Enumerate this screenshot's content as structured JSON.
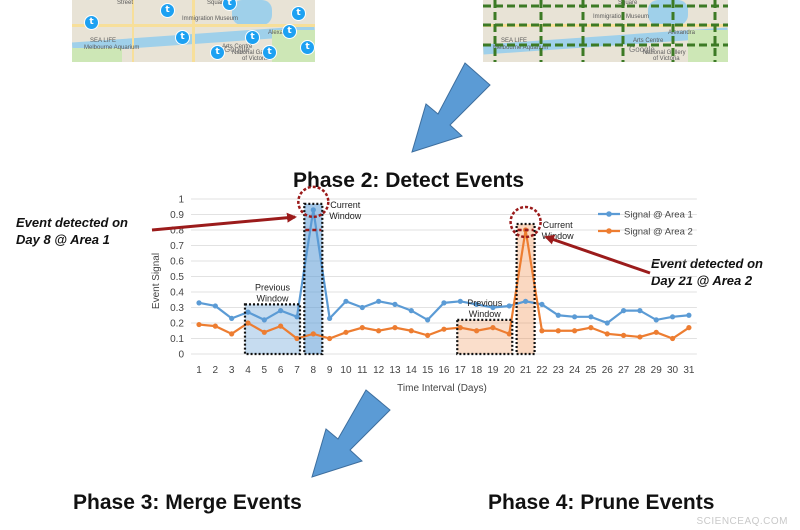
{
  "maps": {
    "top_left": {
      "labels": [
        "Square",
        "Immigration Museum",
        "SEA LIFE",
        "Melbourne Aquarium",
        "Alexandra",
        "Arts Centre",
        "Melbourne",
        "National Gallery",
        "of Victoria",
        "Street"
      ],
      "icon": "twitter-bird-icon",
      "icon_glyph": "t",
      "brand": "Google"
    },
    "top_right": {
      "labels": [
        "Immigration Museum",
        "SEA LIFE",
        "Melbourne Aquarium",
        "Alexandra",
        "Arts Centre",
        "National Gallery",
        "of Victoria",
        "Square"
      ],
      "brand": "Google"
    }
  },
  "phase2": {
    "title": "Phase 2: Detect Events"
  },
  "phase3": {
    "title": "Phase 3: Merge Events"
  },
  "phase4": {
    "title": "Phase 4: Prune Events"
  },
  "annotations": {
    "left_line1": "Event detected on",
    "left_line2": "Day 8 @ Area 1",
    "right_line1": "Event detected on",
    "right_line2": "Day 21 @ Area 2"
  },
  "chart_data": {
    "type": "line",
    "xlabel": "Time Interval (Days)",
    "ylabel": "Event Signal",
    "x": [
      1,
      2,
      3,
      4,
      5,
      6,
      7,
      8,
      9,
      10,
      11,
      12,
      13,
      14,
      15,
      16,
      17,
      18,
      19,
      20,
      21,
      22,
      23,
      24,
      25,
      26,
      27,
      28,
      29,
      30,
      31
    ],
    "yticks": [
      "0",
      "0.1",
      "0.2",
      "0.3",
      "0.4",
      "0.5",
      "0.6",
      "0.7",
      "0.8",
      "0.9",
      "1"
    ],
    "ylim": [
      0,
      1
    ],
    "grid": true,
    "legend_position": "top-right",
    "series": [
      {
        "name": "Signal @ Area 1",
        "color": "#5b9bd5",
        "values": [
          0.33,
          0.31,
          0.23,
          0.27,
          0.22,
          0.28,
          0.24,
          0.93,
          0.23,
          0.34,
          0.3,
          0.34,
          0.32,
          0.28,
          0.22,
          0.33,
          0.34,
          0.32,
          0.3,
          0.31,
          0.34,
          0.32,
          0.25,
          0.24,
          0.24,
          0.2,
          0.28,
          0.28,
          0.22,
          0.24,
          0.25
        ]
      },
      {
        "name": "Signal @ Area 2",
        "color": "#ed7d31",
        "values": [
          0.19,
          0.18,
          0.13,
          0.2,
          0.14,
          0.18,
          0.1,
          0.13,
          0.1,
          0.14,
          0.17,
          0.15,
          0.17,
          0.15,
          0.12,
          0.16,
          0.17,
          0.15,
          0.17,
          0.13,
          0.8,
          0.15,
          0.15,
          0.15,
          0.17,
          0.13,
          0.12,
          0.11,
          0.14,
          0.1,
          0.17
        ]
      }
    ],
    "windows": [
      {
        "label_line1": "Previous",
        "label_line2": "Window",
        "from": 4,
        "to": 7,
        "height": 0.32
      },
      {
        "label_line1": "Current",
        "label_line2": "Window",
        "day": 8,
        "series": 0
      },
      {
        "label_line1": "Previous",
        "label_line2": "Window",
        "from": 17,
        "to": 20,
        "height": 0.22
      },
      {
        "label_line1": "Current",
        "label_line2": "Window",
        "day": 21,
        "series": 1
      }
    ]
  },
  "watermark": "SCIENCEAQ.COM",
  "colors": {
    "arrow_blue": "#5b9bd5",
    "annotation_red": "#9b1b1b",
    "grid": "#d9d9d9"
  }
}
